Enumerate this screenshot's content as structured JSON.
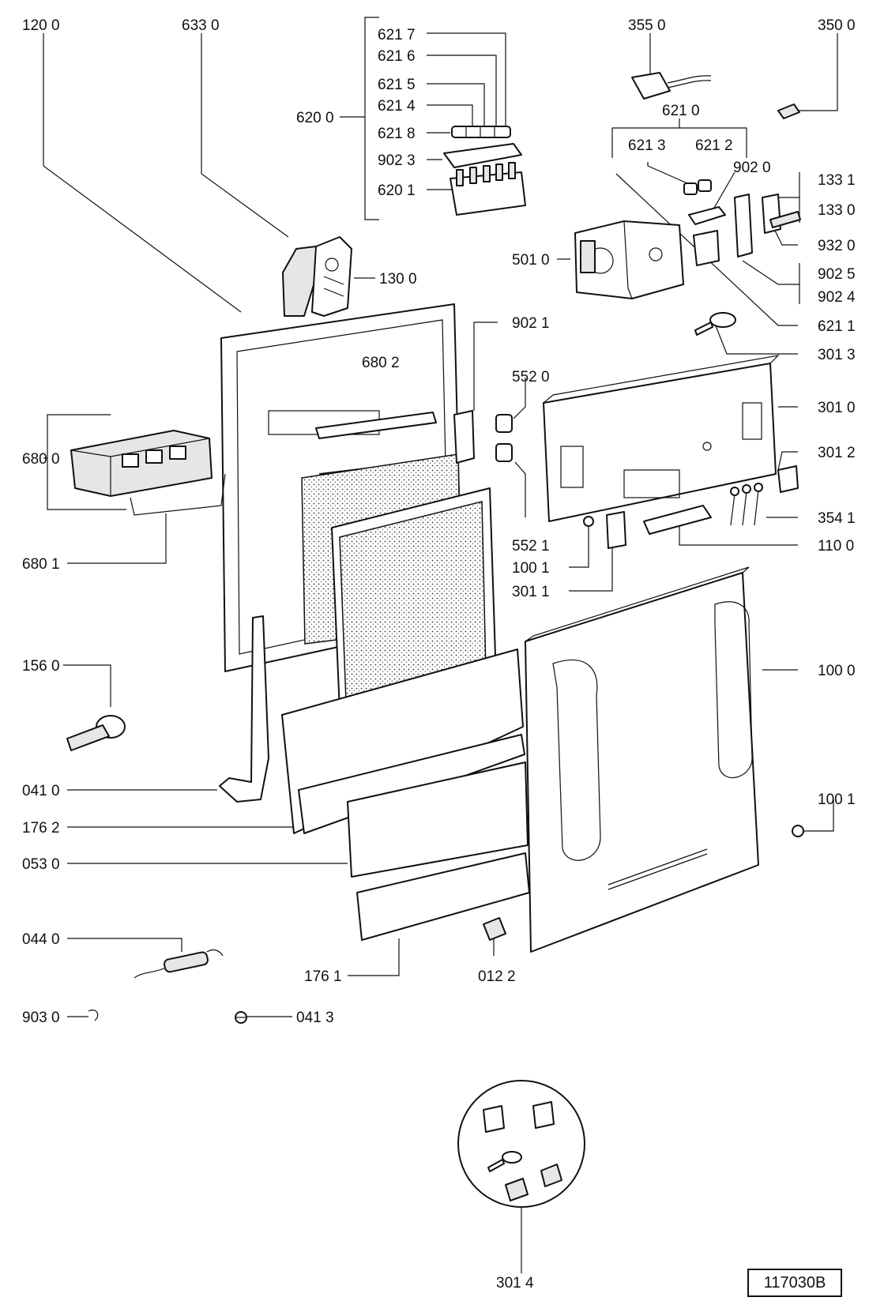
{
  "diagram": {
    "reference_code": "117030B",
    "labels": {
      "l1200": "120 0",
      "l6330": "633 0",
      "l6217": "621 7",
      "l6216": "621 6",
      "l6215": "621 5",
      "l6214": "621 4",
      "l6200": "620 0",
      "l6218": "621 8",
      "l9023": "902 3",
      "l6201": "620 1",
      "l3550": "355 0",
      "l3500": "350 0",
      "l6210": "621 0",
      "l6213": "621 3",
      "l6212": "621 2",
      "l9020": "902 0",
      "l1331": "133 1",
      "l1330": "133 0",
      "l9320": "932 0",
      "l5010": "501 0",
      "l9025": "902 5",
      "l9024": "902 4",
      "l6211": "621 1",
      "l1300": "130 0",
      "l9021": "902 1",
      "l3013": "301 3",
      "l6802": "680 2",
      "l5520": "552 0",
      "l3010": "301 0",
      "l6800": "680 0",
      "l3012": "301 2",
      "l3541": "354 1",
      "l5521": "552 1",
      "l1100": "110 0",
      "l6801": "680 1",
      "l1001a": "100 1",
      "l3011": "301 1",
      "l1560": "156 0",
      "l1000": "100 0",
      "l0410": "041 0",
      "l1001b": "100 1",
      "l1762": "176 2",
      "l0530": "053 0",
      "l0440": "044 0",
      "l1761": "176 1",
      "l0122": "012 2",
      "l9030": "903 0",
      "l0413": "041 3",
      "l3014": "301 4"
    }
  }
}
